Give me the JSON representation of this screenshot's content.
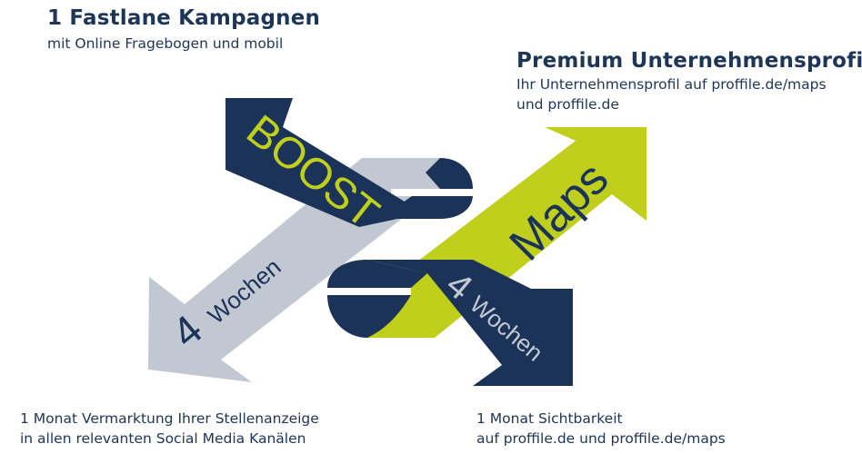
{
  "colors": {
    "navy": "#1b3358",
    "lime": "#bfcf1c",
    "gray": "#c2c8d2",
    "white": "#ffffff"
  },
  "top_left": {
    "title": "1 Fastlane Kampagnen",
    "subtitle": "mit Online Fragebogen und mobil"
  },
  "top_right": {
    "title": "Premium Unternehmensprofil",
    "line1": "Ihr Unternehmensprofil auf proffile.de/maps",
    "line2": "und proffile.de"
  },
  "bottom_left": {
    "line1": "1 Monat Vermarktung Ihrer Stellenanzeige",
    "line2": "in allen relevanten Social Media Kanälen"
  },
  "bottom_right": {
    "line1": "1 Monat Sichtbarkeit",
    "line2": "auf proffile.de und proffile.de/maps"
  },
  "arrows": {
    "boost": "BOOST",
    "maps": "Maps",
    "gray_number": "4",
    "gray_unit": "Wochen",
    "navy_number": "4",
    "navy_unit": "Wochen"
  }
}
